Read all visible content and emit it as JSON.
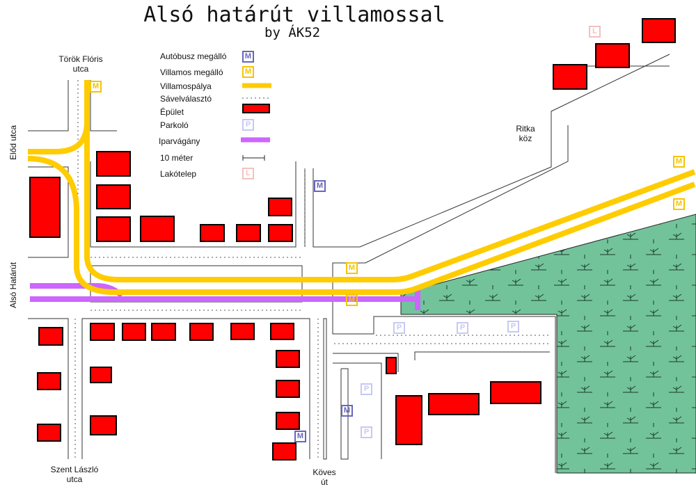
{
  "title": "Alsó határút villamossal",
  "author": "by ÁK52",
  "legend": [
    {
      "label": "Autóbusz megálló",
      "symbol": "M"
    },
    {
      "label": "Villamos megálló",
      "symbol": "M"
    },
    {
      "label": "Villamospálya"
    },
    {
      "label": "Sávelválasztó"
    },
    {
      "label": "Épület"
    },
    {
      "label": "Parkoló",
      "symbol": "P"
    },
    {
      "label": "Iparvágány"
    },
    {
      "label": "10 méter"
    },
    {
      "label": "Lakótelep",
      "symbol": "L"
    }
  ],
  "streets": {
    "torok_floris_1": "Török Flóris",
    "torok_floris_2": "utca",
    "elod": "Előd utca",
    "also_hatarut": "Alsó Határút",
    "ritka_1": "Ritka",
    "ritka_2": "köz",
    "szent_laszlo_1": "Szent László",
    "szent_laszlo_2": "utca",
    "koves_1": "Köves",
    "koves_2": "út"
  },
  "symbols": {
    "bus": "M",
    "tram": "M",
    "parking": "P",
    "estate": "L"
  },
  "colors": {
    "tram": "#ffcc00",
    "rail": "#cc66ff",
    "building": "#ff0000",
    "marsh": "#72c39a",
    "bus": "#6666bb"
  }
}
